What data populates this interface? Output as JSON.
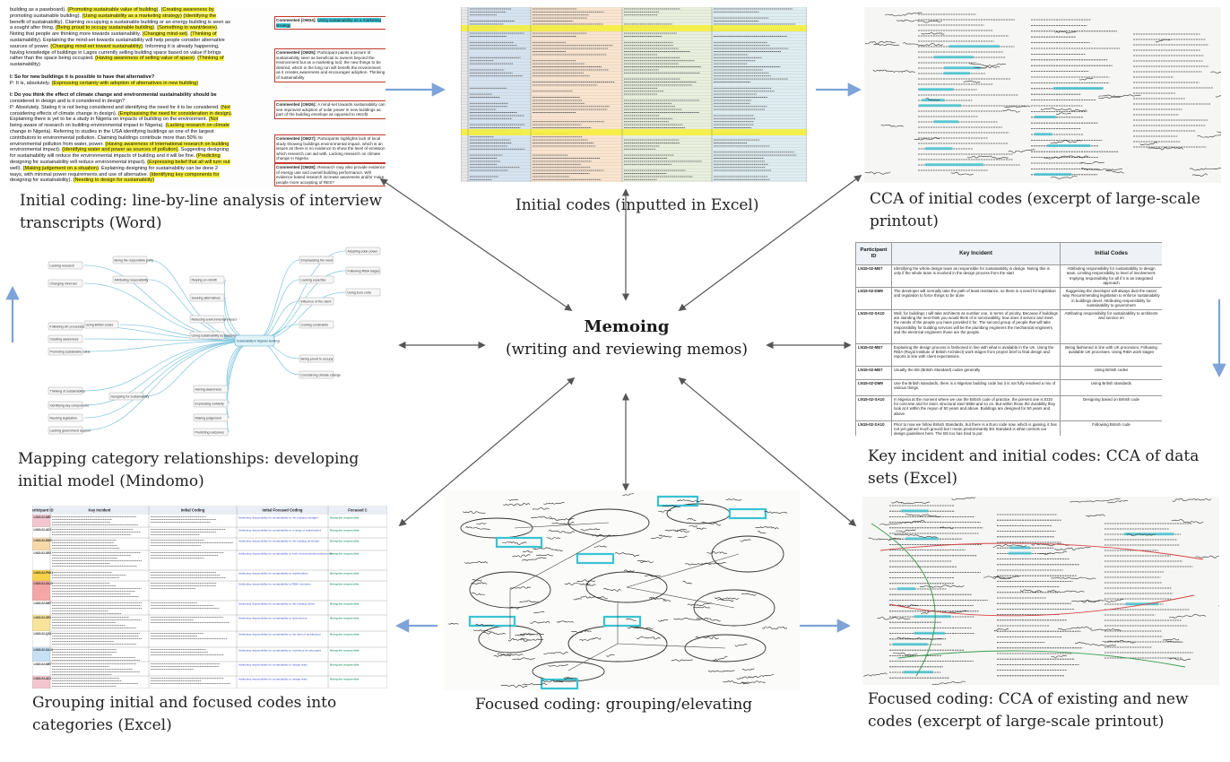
{
  "center": {
    "title": "Memoing",
    "subtitle": "(writing and reviewing memos)"
  },
  "captions": {
    "p1": [
      "Initial coding: line-by-line analysis of interview",
      "transcripts (Word)"
    ],
    "p2": [
      "Initial codes (inputted in Excel)"
    ],
    "p3": [
      "CCA of initial codes (excerpt of large-scale",
      "printout)"
    ],
    "p4": [
      "Mapping category relationships: developing",
      "initial model (Mindomo)"
    ],
    "p5": [
      "Key incident and initial codes: CCA of data",
      "sets (Excel)"
    ],
    "p6": [
      "Grouping initial and focused codes into",
      "categories (Excel)"
    ],
    "p7": [
      "Focused coding: grouping/elevating"
    ],
    "p8": [
      "Focused coding: CCA of existing and new",
      "codes (excerpt of large-scale printout)"
    ]
  },
  "colors": {
    "highlight": "#f5ef3c",
    "cyan": "#38c3d3",
    "flow_arrow": "#7ea3d8",
    "center_arrow": "#555555",
    "comment_red": "#c0392b"
  },
  "word_panel": {
    "lines": [
      "building as a paseboard). (Promoting sustainable value of building). (Creating awareness by",
      "promoting sustainable building). (Using sustainability as a marketing strategy) (Identifying the",
      "benefit of sustainability). Claiming occupying a sustainable building or an energy building is seen as",
      "a sought after thing. (Being proud to occupy sustainable building). (Something to want/desire).",
      "Noting that people are thinking more towards sustainability. (Changing mind-set). (Thinking of",
      "sustainability). Explaining the mind-set towards sustainability will help people consider alternative",
      "sources of power. (Changing mind-set toward sustainability). Informing it is already happening,",
      "having knowledge of buildings in Lagos currently selling building space based on value if brings",
      "rather than the space being occupied. (Having awareness of selling value of space). (Thinking of",
      "sustainability)",
      "",
      "I: So for new buildings it is possible to have that alternative?",
      "P: It is, absolutely. (Expressing certainty with adoption of alternatives in new building)",
      "",
      "I: Do you think the effect of climate change and environmental sustainability should be",
      "considered in design and is it considered in design?",
      "P: Absolutely. Stating it is not being considered and identifying the need for it to be considered. (Not",
      "considering effects of climate change in design). (Emphasising the need for consideration in design).",
      "Explaining there is yet to be a study in Nigeria on impacts of building on the environment. (Not",
      "being aware of research on building environmental impact in Nigeria). (Lacking research on climate",
      "change in Nigeria). Referring to studies in the USA identifying buildings as one of the largest",
      "contributors to environmental pollution. Claiming buildings contribute more than 50% to",
      "environmental pollution from water, power. (Having awareness of international research on building",
      "environmental impact). (Identifying water and power as sources of pollution). Suggesting designing",
      "for sustainability will reduce the environmental impacts of building and it will be fine. (Predicting",
      "designing for sustainability will reduce environmental impact). (Expressing belief that all will turn out",
      "well). (Making judgement on a situation). Explaining designing for sustainability can be done 2",
      "ways, with minimal power requirements and use of alternative. (Identifying key components for",
      "designing for sustainability). (Needing to design for sustainability)"
    ],
    "comments": [
      {
        "author": "Commented [OM24]:",
        "text": "Using sustainability as a marketing strategy"
      },
      {
        "author": "Commented [OM25]:",
        "text": "Participant paints a picture of sustainability seen as beneficial to owners beyond the environment but as a marketing tool; the new things to be desired, which in the long run will benefit the environment as it creates awareness and encourages adoption. Thinking of sustainability"
      },
      {
        "author": "Commented [OM26]:",
        "text": "A mind-set towards sustainability can see improved adoption of solar power in new buildings as part of the building envelope as opposed to retrofit"
      },
      {
        "author": "Commented [OM27]:",
        "text": "Participants highlights lack of local study showing buildings environmental impact, which is an issues as there is no evidence to show the level of emission which research can aid with. Lacking research on climate change in Nigeria"
      },
      {
        "author": "Commented [OM28]:",
        "text": "Research may also provide evidence of energy use and overall building performance. Will evidence based research increase awareness and/or make people more accepting of RES?"
      }
    ]
  },
  "key_incident_table": {
    "headers": [
      "Participant ID",
      "Key Incident",
      "Initial Codes"
    ],
    "rows": [
      {
        "id": "LN15-02-ME7",
        "incident": "Identifying the whole design team as responsible for sustainability in design. Noting this is only if the whole team is involved in the design process from the start",
        "codes": "Attributing responsibility for sustainability to design team. Limiting responsibility to level of involvement. Implying responsibility for all if it is an integrated approach"
      },
      {
        "id": "LN15-02-DM9",
        "incident": "The developer will normally take the path of least resistance, so there is a need for legislation and regulation to force things to be done",
        "codes": "Suggesting the developer will always dust the easier way. Recommending legislation to enforce sustainability in buildings devel. Attributing responsibility for sustainability to government"
      },
      {
        "id": "LN15-02-SA10",
        "incident": "Well, for buildings I will take architects as number one, in terms of priority. Because if buildings are standing the next think you would think of is serviceability, how does it service and meet the needs of the people you have provided it for. The second group of people that will take responsibility for building services will be the plumbing engineers the mechanical engineers and the electrical engineers those are the people.",
        "codes": "Attributing responsibility for sustainability to architects and service en"
      },
      {
        "id": "LN15-02-ME7",
        "incident": "Explaining the design process is fashioned in line with what is available in the UK. Using the RIBA (Royal Institute of British Architect) work stages from project brief to final design and reports in line with client expectations.",
        "codes": "Being fashioned in line with UK processes. Following available UK processes. Using RIBA work stages"
      },
      {
        "id": "LN15-02-ME7",
        "incident": "Usually the BS (British Standard) codes generally",
        "codes": "Using British codes"
      },
      {
        "id": "LN15-02-DM9",
        "incident": "Use the British standards, there is a Nigerian building code but it is not fully resolved a mix of various things.",
        "codes": "Using British standards"
      },
      {
        "id": "LN15-02-SA10",
        "incident": "In Nigeria at the moment where we use the British code of practice, the present one is EI10 for concrete and for steel, structural steel 5950 and so on. But within those the durability they look at it within the region of 50 years and above. Buildings are designed for 50 years and above.",
        "codes": "Designing based on British code"
      },
      {
        "id": "LN15-02-SA10",
        "incident": "Prior to now we follow British Standards, but there is a Euro code now, which is gaining, it has not yet gained much ground but I mean predominantly BS Standard is what controls our design guidelines here. The BS too has tried to put",
        "codes": "Following British code"
      }
    ]
  },
  "grouping_table": {
    "headers": [
      "Participant ID",
      "Key Incident",
      "Initial Coding",
      "Initial Focused Coding",
      "Focused C"
    ],
    "rows": [
      {
        "id": "LN15-02-ME7",
        "focused": "Attributing responsibility for sustainability to the building manager",
        "cat": "Being the responsible"
      },
      {
        "id": "LN15-02-AD2",
        "focused": "Attributing responsibility for sustainability to a range of stakeholders",
        "cat": "Being the responsible"
      },
      {
        "id": "LN15-02-DM9",
        "focused": "Attributing responsibility for sustainability to the building developer",
        "cat": "Being the responsible"
      },
      {
        "id": "LN15-02-SE8",
        "focused": "Attributing responsibility for sustainability to both environmental professionals",
        "cat": "Being the responsible"
      },
      {
        "id": "LN15-02-PM11",
        "focused": "Attributing responsibility for sustainability to stakeholders",
        "cat": "Being the responsible"
      },
      {
        "id": "LN15-02-SA10",
        "focused": "Attributing responsibility for sustainability to RIBA members",
        "cat": "Being the responsible"
      },
      {
        "id": "LN15-02-ME7",
        "focused": "Attributing responsibility for sustainability to the building owner",
        "cat": "Being the responsible"
      },
      {
        "id": "LN15-02-SE8",
        "focused": "Attributing responsibility for sustainability to government",
        "cat": "Being the responsible"
      },
      {
        "id": "LN15-02-QS3",
        "focused": "Attributing responsibility for sustainability to the lawn of architecture",
        "cat": "Being the responsible"
      },
      {
        "id": "LN15-02-SA10",
        "focused": "Attributing responsibility for sustainability to architects as advocates",
        "cat": "Being the responsible"
      },
      {
        "id": "LN15-02-ME7",
        "focused": "Attributing responsibility for sustainability to design team",
        "cat": "Being the responsible"
      },
      {
        "id": "LN15-02-AD1",
        "focused": "Attributing responsibility for sustainability to design team",
        "cat": "Being the responsible"
      }
    ]
  },
  "mindmap": {
    "central": "Sustainability in Nigerian buildings",
    "nodes": [
      "Attributing responsibility",
      "Being the responsible party",
      "Lacking research",
      "Changing mind-set",
      "Using British codes",
      "Following UK processes",
      "Creating awareness",
      "Promoting sustainable value",
      "Designing for sustainability",
      "Thinking of sustainability",
      "Identifying key components",
      "Needing legislation",
      "Lacking government support",
      "Relying on retrofit",
      "Seeking alternatives",
      "Reducing environmental impact",
      "Using sustainability as marketing",
      "Having awareness",
      "Expressing certainty",
      "Making judgement",
      "Predicting outcomes",
      "Emphasising the need",
      "Lacking expertise",
      "Influence of the client",
      "Costing constraints",
      "Being proud to occupy",
      "Considering climate change",
      "Adopting solar power",
      "Following RIBA stages",
      "Using Euro code"
    ]
  }
}
